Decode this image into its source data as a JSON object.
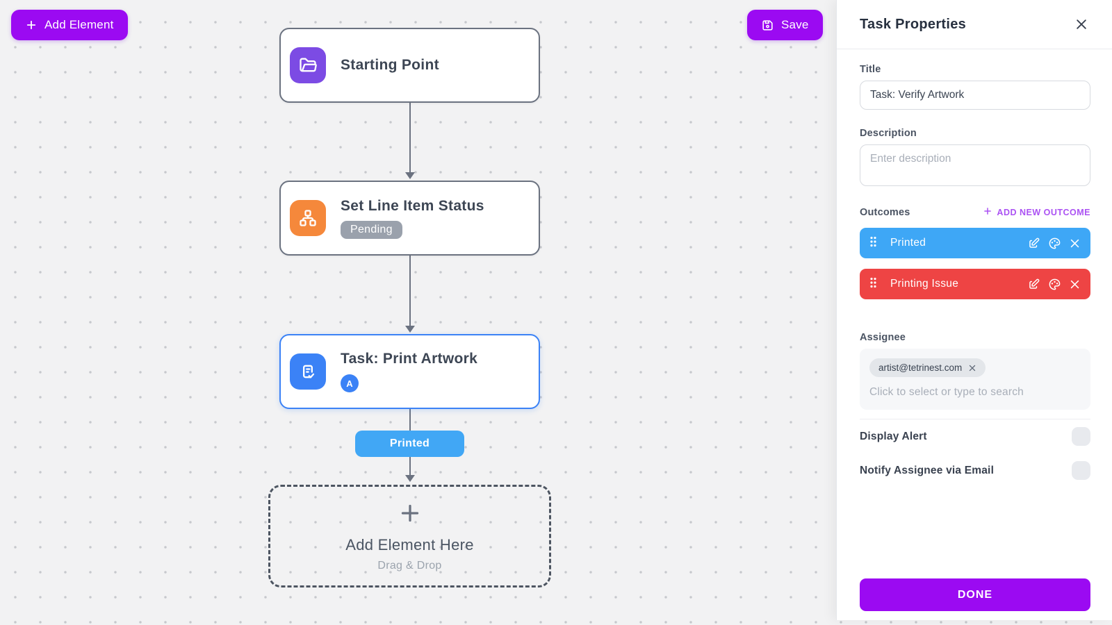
{
  "canvas": {
    "add_element_button": {
      "label": "Add Element"
    },
    "save_button": {
      "label": "Save"
    },
    "nodes": [
      {
        "title": "Starting Point",
        "icon": "folder-open-icon",
        "icon_color": "#7c4be4"
      },
      {
        "title": "Set Line Item Status",
        "badge": "Pending",
        "icon": "sitemap-icon",
        "icon_color": "#f5883b"
      },
      {
        "title": "Task: Print Artwork",
        "badge": "A",
        "icon": "task-check-icon",
        "icon_color": "#3b82f6",
        "selected": true
      }
    ],
    "connector_label": "Printed",
    "drop_zone": {
      "title": "Add Element Here",
      "subtitle": "Drag & Drop"
    }
  },
  "panel": {
    "title": "Task Properties",
    "fields": {
      "title_label": "Title",
      "title_value": "Task: Verify Artwork",
      "description_label": "Description",
      "description_placeholder": "Enter description"
    },
    "outcomes": {
      "label": "Outcomes",
      "add_label": "ADD NEW OUTCOME",
      "items": [
        {
          "label": "Printed",
          "color": "#3ea7f6"
        },
        {
          "label": "Printing Issue",
          "color": "#ee4444"
        }
      ]
    },
    "assignee": {
      "label": "Assignee",
      "chip": "artist@tetrinest.com",
      "placeholder": "Click to select or type to search"
    },
    "toggles": [
      {
        "label": "Display Alert",
        "checked": false
      },
      {
        "label": "Notify Assignee via Email",
        "checked": false
      }
    ],
    "done_label": "DONE"
  },
  "colors": {
    "accent_purple": "#9b0af2",
    "link_purple": "#ab52f3",
    "node_purple": "#7c4be4",
    "node_orange": "#f5883b",
    "node_blue": "#3b82f6",
    "outcome_blue": "#3ea7f6",
    "outcome_red": "#ee4444",
    "edge_label_blue": "#41a7f5",
    "badge_gray": "#9aa1ac",
    "connector_gray": "#6b7280",
    "canvas_bg": "#f2f2f3"
  }
}
